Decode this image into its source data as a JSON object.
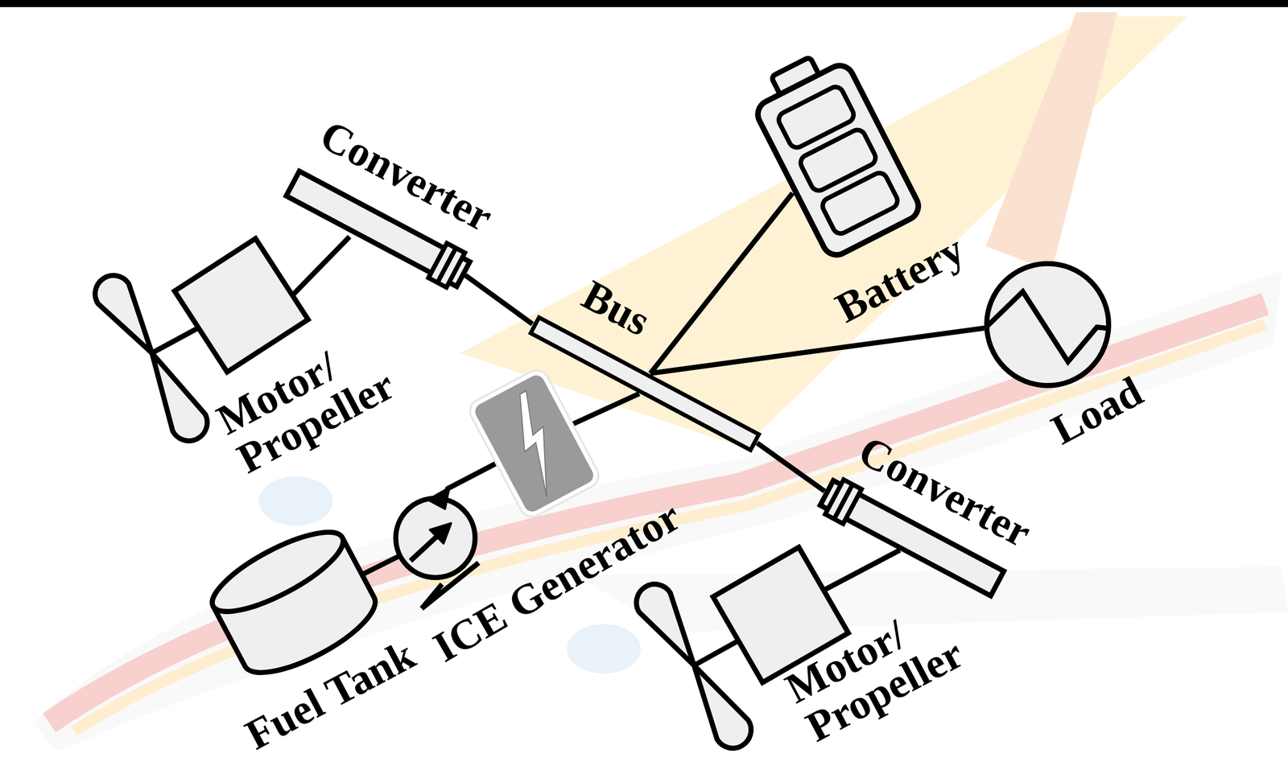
{
  "diagram": {
    "nodes": [
      {
        "text": [
          "Converter"
        ]
      },
      {
        "text": [
          "Bus"
        ]
      },
      {
        "text": [
          "Battery"
        ]
      },
      {
        "text": [
          "Load"
        ]
      },
      {
        "text": [
          "Motor/ Propeller"
        ]
      },
      {
        "text": [
          "ICE Generator"
        ]
      },
      {
        "text": [
          "Converter"
        ]
      },
      {
        "text": [
          "Fuel Tank"
        ]
      },
      {
        "text": [
          "Motor/ Propeller"
        ]
      }
    ],
    "edges": [
      {
        "from": 0,
        "to": 1,
        "arrow": "none"
      },
      {
        "from": 1,
        "to": 2,
        "arrow": "none"
      },
      {
        "from": 1,
        "to": 3,
        "arrow": "none"
      },
      {
        "from": 0,
        "to": 4,
        "arrow": "none"
      },
      {
        "from": 1,
        "to": 5,
        "arrow": "none"
      },
      {
        "from": 1,
        "to": 6,
        "arrow": "none"
      },
      {
        "from": 6,
        "to": 8,
        "arrow": "none"
      },
      {
        "from": 5,
        "to": 7,
        "arrow": "none"
      }
    ]
  }
}
